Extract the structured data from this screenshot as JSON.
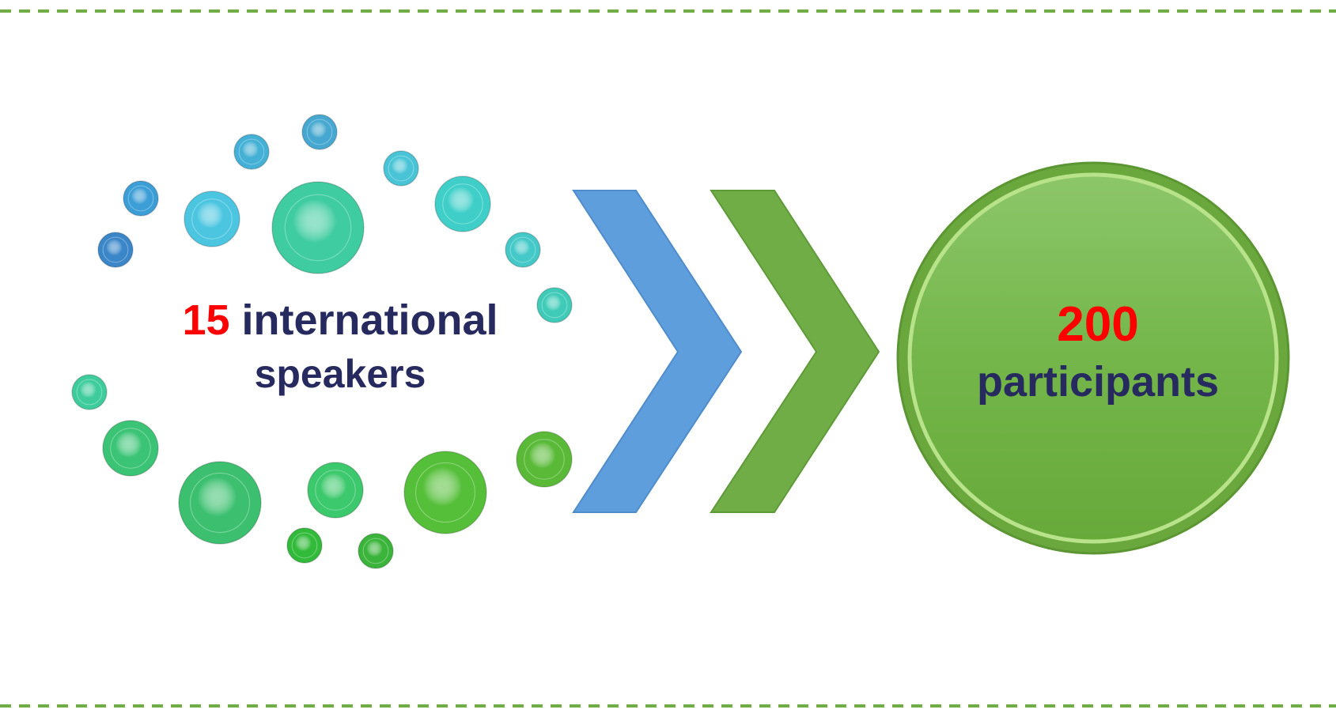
{
  "colors": {
    "number": "#ff0000",
    "text": "#262a5e",
    "border": "#70ad47",
    "chevron_blue": "#5f9edc",
    "chevron_green": "#70ad47",
    "circle": "#6fb744"
  },
  "left": {
    "number": "15",
    "line1_text": "international",
    "line2_text": "speakers"
  },
  "right": {
    "number": "200",
    "text": "participants"
  },
  "bubbles": [
    {
      "c": "#46a8d0"
    },
    {
      "c": "#44b0d6"
    },
    {
      "c": "#48c4d6"
    },
    {
      "c": "#44c8c8"
    },
    {
      "c": "#3a86c8"
    },
    {
      "c": "#3c9ed6"
    },
    {
      "c": "#4cc6e0"
    },
    {
      "c": "#3fcca0"
    },
    {
      "c": "#40cfc8"
    },
    {
      "c": "#3fcbb8"
    },
    {
      "c": "#3ecc9c"
    },
    {
      "c": "#3cc476"
    },
    {
      "c": "#3cc070"
    },
    {
      "c": "#3cc86c"
    },
    {
      "c": "#32ba3a"
    },
    {
      "c": "#56bf3a"
    },
    {
      "c": "#5aba38"
    },
    {
      "c": "#3ab43a"
    },
    {
      "c": "#3eb03a"
    }
  ]
}
